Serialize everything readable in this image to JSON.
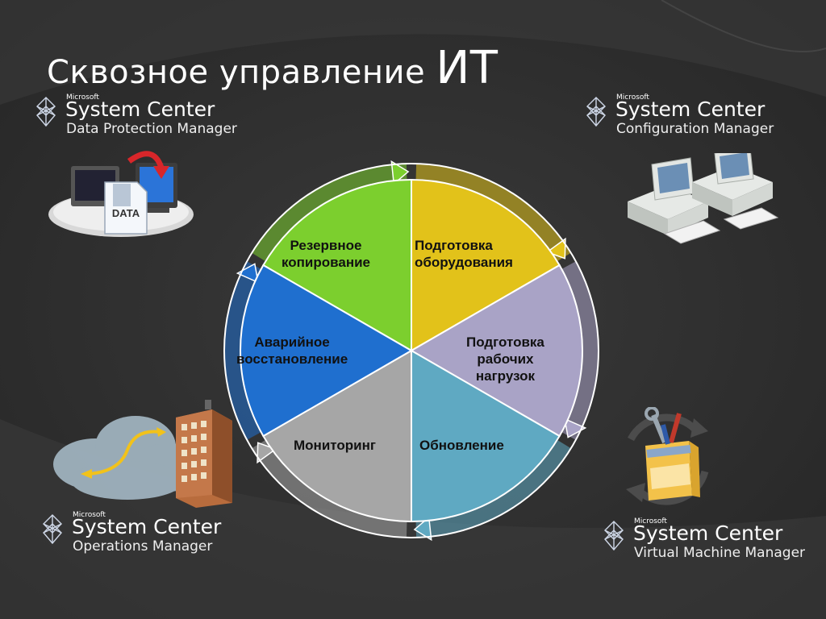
{
  "title": {
    "main": "Сквозное управление",
    "big": "ИТ"
  },
  "brands": [
    {
      "microsoft": "Microsoft",
      "system_center": "System Center",
      "product": "Data Protection Manager"
    },
    {
      "microsoft": "Microsoft",
      "system_center": "System Center",
      "product": "Configuration Manager"
    },
    {
      "microsoft": "Microsoft",
      "system_center": "System Center",
      "product": "Operations Manager"
    },
    {
      "microsoft": "Microsoft",
      "system_center": "System Center",
      "product": "Virtual Machine Manager"
    }
  ],
  "dpm_art": {
    "label": "DATA"
  },
  "cycle": {
    "segments": [
      {
        "line1": "Резервное",
        "line2": "копирование",
        "line3": "",
        "color": "#7ccf2e"
      },
      {
        "line1": "Подготовка",
        "line2": "оборудования",
        "line3": "",
        "color": "#e2c21a"
      },
      {
        "line1": "Подготовка",
        "line2": "рабочих",
        "line3": "нагрузок",
        "color": "#a9a3c6"
      },
      {
        "line1": "Обновление",
        "line2": "",
        "line3": "",
        "color": "#5fa9c2"
      },
      {
        "line1": "Мониторинг",
        "line2": "",
        "line3": "",
        "color": "#a6a6a6"
      },
      {
        "line1": "Аварийное",
        "line2": "восстановление",
        "line3": "",
        "color": "#1f6fcf"
      }
    ]
  }
}
